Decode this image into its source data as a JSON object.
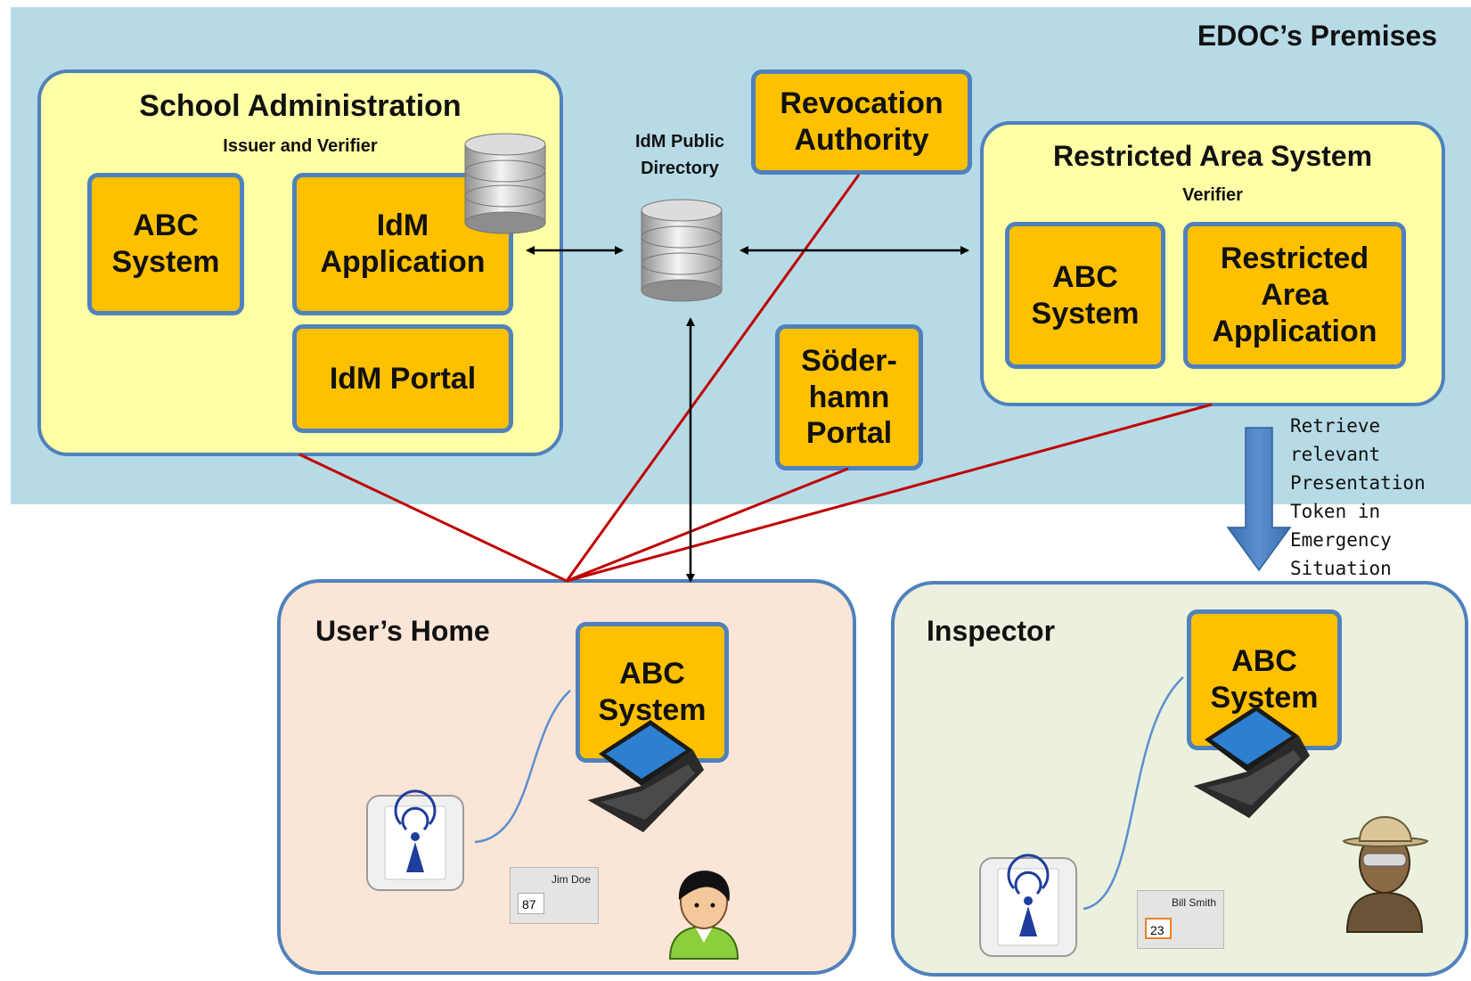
{
  "premises": {
    "title": "EDOC’s Premises"
  },
  "school": {
    "title": "School Administration",
    "subtitle": "Issuer and Verifier",
    "abc_system": "ABC\nSystem",
    "idm_application": "IdM\nApplication",
    "idm_portal": "IdM Portal"
  },
  "directory": {
    "label": "IdM Public\nDirectory"
  },
  "revocation": {
    "label": "Revocation\nAuthority"
  },
  "soderhamn": {
    "label": "Söder-\nhamn\nPortal"
  },
  "restricted": {
    "title": "Restricted Area System",
    "subtitle": "Verifier",
    "abc_system": "ABC\nSystem",
    "application": "Restricted\nArea\nApplication"
  },
  "retrieve_note": "Retrieve relevant\nPresentation\nToken in\nEmergency\nSituation",
  "home": {
    "title": "User’s Home",
    "abc_system": "ABC\nSystem",
    "card_name": "Jim Doe",
    "card_number": "87"
  },
  "inspector": {
    "title": "Inspector",
    "abc_system": "ABC\nSystem",
    "card_name": "Bill Smith",
    "card_number": "23"
  },
  "colors": {
    "premises_bg": "#b7dbe6",
    "group_bg": "#ffffa6",
    "component_bg": "#ffc000",
    "border": "#4f81bd",
    "home_bg": "#fbe5d6",
    "inspector_bg": "#ebf1de",
    "trust_line": "#c00000"
  },
  "icons": [
    "database-icon",
    "nfc-reader-icon",
    "laptop-icon",
    "user-avatar-icon",
    "inspector-avatar-icon",
    "id-card-icon",
    "down-arrow-icon"
  ]
}
